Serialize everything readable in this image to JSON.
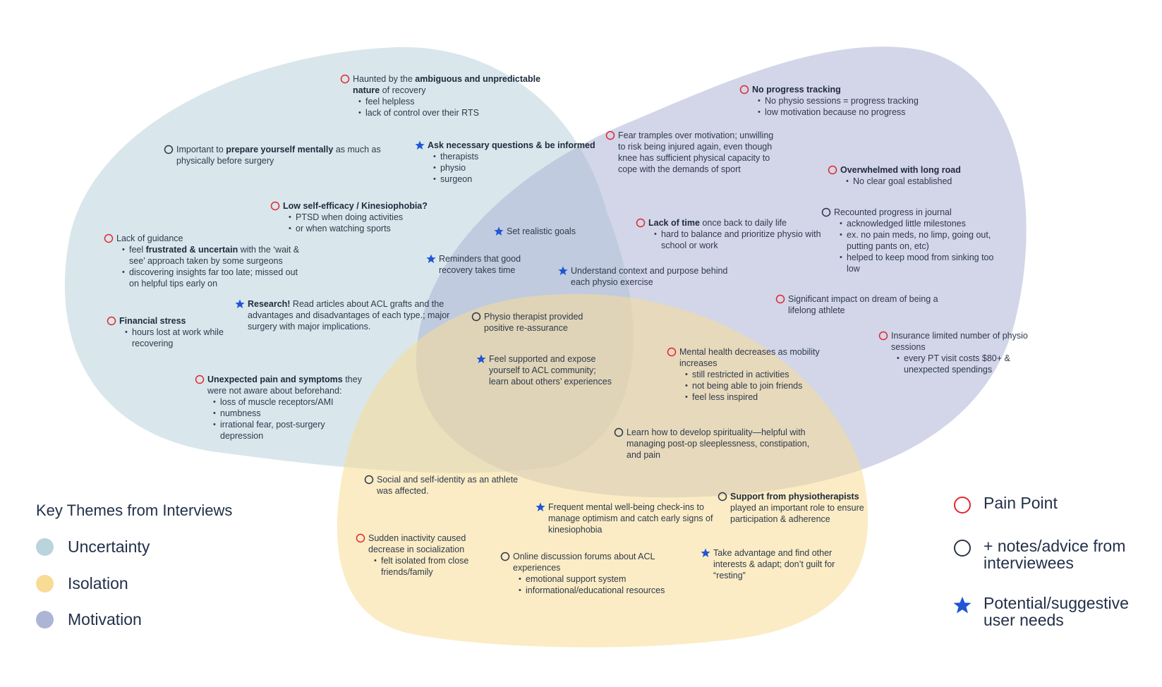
{
  "colors": {
    "uncertainty": "#b9d4dc",
    "isolation": "#f8dc96",
    "motivation": "#adb5d6",
    "pain_point": "#e0282e",
    "advice": "#2a3648",
    "user_need": "#1f55d6"
  },
  "notes": [
    {
      "marker": "pain-point",
      "text": [
        {
          "t": "Haunted by the "
        },
        {
          "t": "ambiguous and unpredictable nature",
          "b": true
        },
        {
          "t": " of recovery"
        }
      ],
      "bullets": [
        "feel helpless",
        "lack of control over their RTS"
      ]
    },
    {
      "marker": "advice",
      "text": [
        {
          "t": "Important to "
        },
        {
          "t": "prepare yourself mentally",
          "b": true
        },
        {
          "t": " as much as physically before surgery"
        }
      ],
      "bullets": []
    },
    {
      "marker": "user-need",
      "text": [
        {
          "t": "Ask necessary questions & be informed",
          "b": true
        }
      ],
      "bullets": [
        "therapists",
        "physio",
        "surgeon"
      ]
    },
    {
      "marker": "pain-point",
      "text": [
        {
          "t": "Low self-efficacy / Kinesiophobia?",
          "b": true
        }
      ],
      "bullets": [
        "PTSD when doing activities",
        "or when watching sports"
      ]
    },
    {
      "marker": "pain-point",
      "text": [
        {
          "t": "Lack of guidance"
        }
      ],
      "bullets": [
        [
          {
            "t": "feel "
          },
          {
            "t": "frustrated & uncertain",
            "b": true
          },
          {
            "t": " with the ‘wait & see’ approach taken by some surgeons"
          }
        ],
        "discovering insights far too late; missed out on helpful tips early on"
      ]
    },
    {
      "marker": "pain-point",
      "text": [
        {
          "t": "Financial stress",
          "b": true
        }
      ],
      "bullets": [
        "hours lost at work while recovering"
      ]
    },
    {
      "marker": "user-need",
      "text": [
        {
          "t": "Research!",
          "b": true
        },
        {
          "t": " Read articles about ACL grafts and the advantages and disadvantages of each type.; major surgery with major implications."
        }
      ],
      "bullets": []
    },
    {
      "marker": "pain-point",
      "text": [
        {
          "t": "Unexpected pain and symptoms",
          "b": true
        },
        {
          "t": " they were not aware about beforehand:"
        }
      ],
      "bullets": [
        "loss of muscle receptors/AMI",
        "numbness",
        "irrational fear, post-surgery depression"
      ]
    },
    {
      "marker": "user-need",
      "text": [
        {
          "t": "Set realistic goals"
        }
      ],
      "bullets": []
    },
    {
      "marker": "user-need",
      "text": [
        {
          "t": "Reminders that good recovery takes time"
        }
      ],
      "bullets": []
    },
    {
      "marker": "advice",
      "text": [
        {
          "t": "Physio therapist provided positive re-assurance"
        }
      ],
      "bullets": []
    },
    {
      "marker": "user-need",
      "text": [
        {
          "t": "Feel supported and expose yourself to ACL community; learn about others’ experiences"
        }
      ],
      "bullets": []
    },
    {
      "marker": "user-need",
      "text": [
        {
          "t": "Understand context and purpose behind each physio exercise"
        }
      ],
      "bullets": []
    },
    {
      "marker": "pain-point",
      "text": [
        {
          "t": "Fear tramples over motivation; unwilling to risk being injured again, even though knee has sufficient physical capacity to cope with the demands of sport"
        }
      ],
      "bullets": []
    },
    {
      "marker": "pain-point",
      "text": [
        {
          "t": "No progress tracking",
          "b": true
        }
      ],
      "bullets": [
        "No physio sessions = progress tracking",
        "low motivation because no progress"
      ]
    },
    {
      "marker": "pain-point",
      "text": [
        {
          "t": "Overwhelmed with long road",
          "b": true
        }
      ],
      "bullets": [
        "No clear goal established"
      ]
    },
    {
      "marker": "pain-point",
      "text": [
        {
          "t": "Lack of time",
          "b": true
        },
        {
          "t": " once back to daily life"
        }
      ],
      "bullets": [
        "hard to balance and prioritize physio with school or work"
      ]
    },
    {
      "marker": "advice",
      "text": [
        {
          "t": "Recounted progress in journal"
        }
      ],
      "bullets": [
        "acknowledged little milestones",
        "ex. no pain meds, no limp, going out, putting pants on, etc)",
        "helped to keep mood from sinking too low"
      ]
    },
    {
      "marker": "pain-point",
      "text": [
        {
          "t": "Significant impact on dream of being a lifelong athlete"
        }
      ],
      "bullets": []
    },
    {
      "marker": "pain-point",
      "text": [
        {
          "t": "Insurance limited number of physio sessions"
        }
      ],
      "bullets": [
        "every PT visit costs $80+ & unexpected spendings"
      ]
    },
    {
      "marker": "pain-point",
      "text": [
        {
          "t": "Mental health decreases as mobility increases"
        }
      ],
      "bullets": [
        "still restricted in activities",
        "not being able to join friends",
        "feel less inspired"
      ]
    },
    {
      "marker": "advice",
      "text": [
        {
          "t": "Learn how to develop spirituality—helpful with managing post-op sleeplessness, constipation, and pain"
        }
      ],
      "bullets": []
    },
    {
      "marker": "advice",
      "text": [
        {
          "t": "Social and self-identity as an athlete was affected."
        }
      ],
      "bullets": []
    },
    {
      "marker": "pain-point",
      "text": [
        {
          "t": "Sudden inactivity caused decrease in socialization"
        }
      ],
      "bullets": [
        "felt isolated from close friends/family"
      ]
    },
    {
      "marker": "user-need",
      "text": [
        {
          "t": "Frequent mental well-being check-ins to manage optimism and catch early signs of kinesiophobia"
        }
      ],
      "bullets": []
    },
    {
      "marker": "advice",
      "text": [
        {
          "t": "Online discussion forums about ACL experiences"
        }
      ],
      "bullets": [
        "emotional support system",
        "informational/educational resources"
      ]
    },
    {
      "marker": "advice",
      "text": [
        {
          "t": "Support from physiotherapists",
          "b": true
        },
        {
          "t": " played an important role to ensure participation & adherence"
        }
      ],
      "bullets": []
    },
    {
      "marker": "user-need",
      "text": [
        {
          "t": "Take advantage and find other interests & adapt; don’t guilt for “resting”"
        }
      ],
      "bullets": []
    }
  ],
  "legend": {
    "title": "Key Themes from Interviews",
    "themes": [
      {
        "label": "Uncertainty",
        "color": "#b9d4dc"
      },
      {
        "label": "Isolation",
        "color": "#f8dc96"
      },
      {
        "label": "Motivation",
        "color": "#adb5d6"
      }
    ]
  },
  "key": [
    {
      "marker": "pain-point",
      "label": "Pain Point"
    },
    {
      "marker": "advice",
      "label": "+ notes/advice from interviewees"
    },
    {
      "marker": "user-need",
      "label": "Potential/suggestive user needs"
    }
  ]
}
